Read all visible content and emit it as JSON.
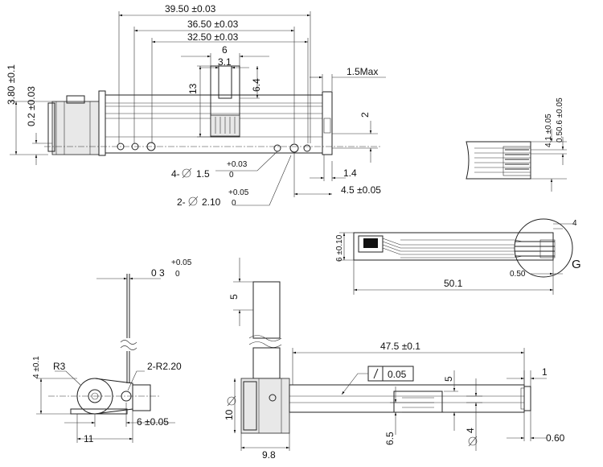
{
  "top_view": {
    "dim_overall": "39.50 ±0.03",
    "dim_rod": "36.50 ±0.03",
    "dim_travel": "32.50 ±0.03",
    "dim_slot_outer": "6",
    "dim_slot_inner": "3.1",
    "dim_slot_height": "13",
    "dim_slot_depth": "6.4",
    "dim_max": "1.5Max",
    "dim_left_height": "3.80 ±0.1",
    "dim_left_offset": "0.2 ±0.03",
    "dim_right_2": "2",
    "dim_right_14": "1.4",
    "dim_right_45": "4.5 ±0.05",
    "hole_small_label": "4-",
    "hole_small_size": "1.5",
    "hole_small_tol_upper": "+0.03",
    "hole_small_tol_lower": "0",
    "hole_large_label": "2-",
    "hole_large_size": "2.10",
    "hole_large_tol_upper": "+0.05",
    "hole_large_tol_lower": "0"
  },
  "connector_detail": {
    "dim_41": "4.1 ±0.05",
    "dim_05": "0.5",
    "dim_06": "0.6 ±0.05"
  },
  "fpc": {
    "dim_width": "6 ±0.10",
    "dim_length": "50.1",
    "dim_pitch": "0.50",
    "dim_4": "4",
    "detail_label": "G"
  },
  "end_view": {
    "dim_03": "0 3",
    "dim_03_tol_upper": "+0.05",
    "dim_03_tol_lower": "0",
    "dim_4": "4 ±0.1",
    "radius_r3": "R3",
    "radius_r22": "2-R2.20",
    "dim_6": "6 ±0.05",
    "dim_11": "11"
  },
  "front_view": {
    "dim_5_top": "5",
    "dim_475": "47.5 ±0.1",
    "flatness_value": "0.05",
    "dim_5_right": "5",
    "dim_1": "1",
    "dim_dia10": "10",
    "dim_98": "9.8",
    "dim_65": "6.5",
    "dim_dia4": "4",
    "dim_060": "0.60"
  }
}
